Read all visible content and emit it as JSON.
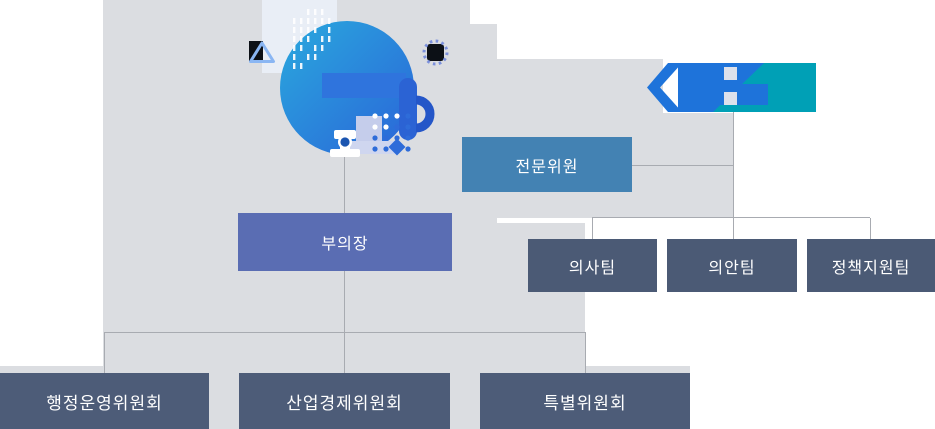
{
  "page": {
    "type": "council-organization-chart",
    "background_color": "#ffffff",
    "panel_gray": "#dbdde1",
    "connector_color": "#a8abb1"
  },
  "org": {
    "expert": {
      "label": "전문위원",
      "color": "#4382b3"
    },
    "vice_chairman": {
      "label": "부의장",
      "color": "#5a6db3"
    },
    "teams": [
      {
        "label": "의사팀"
      },
      {
        "label": "의안팀"
      },
      {
        "label": "정책지원팀"
      }
    ],
    "team_color": "#4b5a75",
    "committees": [
      {
        "label": "행정운영위원회"
      },
      {
        "label": "산업경제위원회"
      },
      {
        "label": "특별위원회"
      }
    ],
    "committee_color": "#4d5c78"
  },
  "illustration": {
    "circle_gradient_start": "#29a9de",
    "circle_gradient_end": "#2b64d8",
    "ribbon_teal": "#00a0b6",
    "ribbon_blue": "#1e73da",
    "accent_blue": "#2e6cd9",
    "lavender": "#c5cdeb",
    "icons": [
      "stamp-icon",
      "triangle-icon",
      "dotted-circle-icon",
      "ribbon-banner-icon"
    ]
  }
}
